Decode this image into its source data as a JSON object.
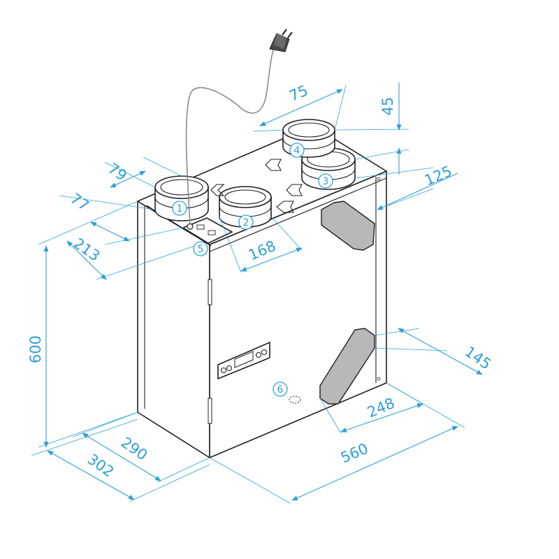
{
  "dimensions": {
    "d75": "75",
    "d45": "45",
    "d79": "79",
    "d125": "125",
    "d77": "77",
    "d213": "213",
    "d168": "168",
    "d600": "600",
    "d145": "145",
    "d248": "248",
    "d290": "290",
    "d302": "302",
    "d560": "560"
  },
  "markers": [
    "1",
    "2",
    "3",
    "4",
    "5",
    "6"
  ],
  "colors": {
    "dimension": "#2e9fd8",
    "outline": "#1f1f1f",
    "filter": "#b8b8b8"
  },
  "icons": [
    "power-plug-icon",
    "duct-connector",
    "filter-panel",
    "control-display"
  ]
}
